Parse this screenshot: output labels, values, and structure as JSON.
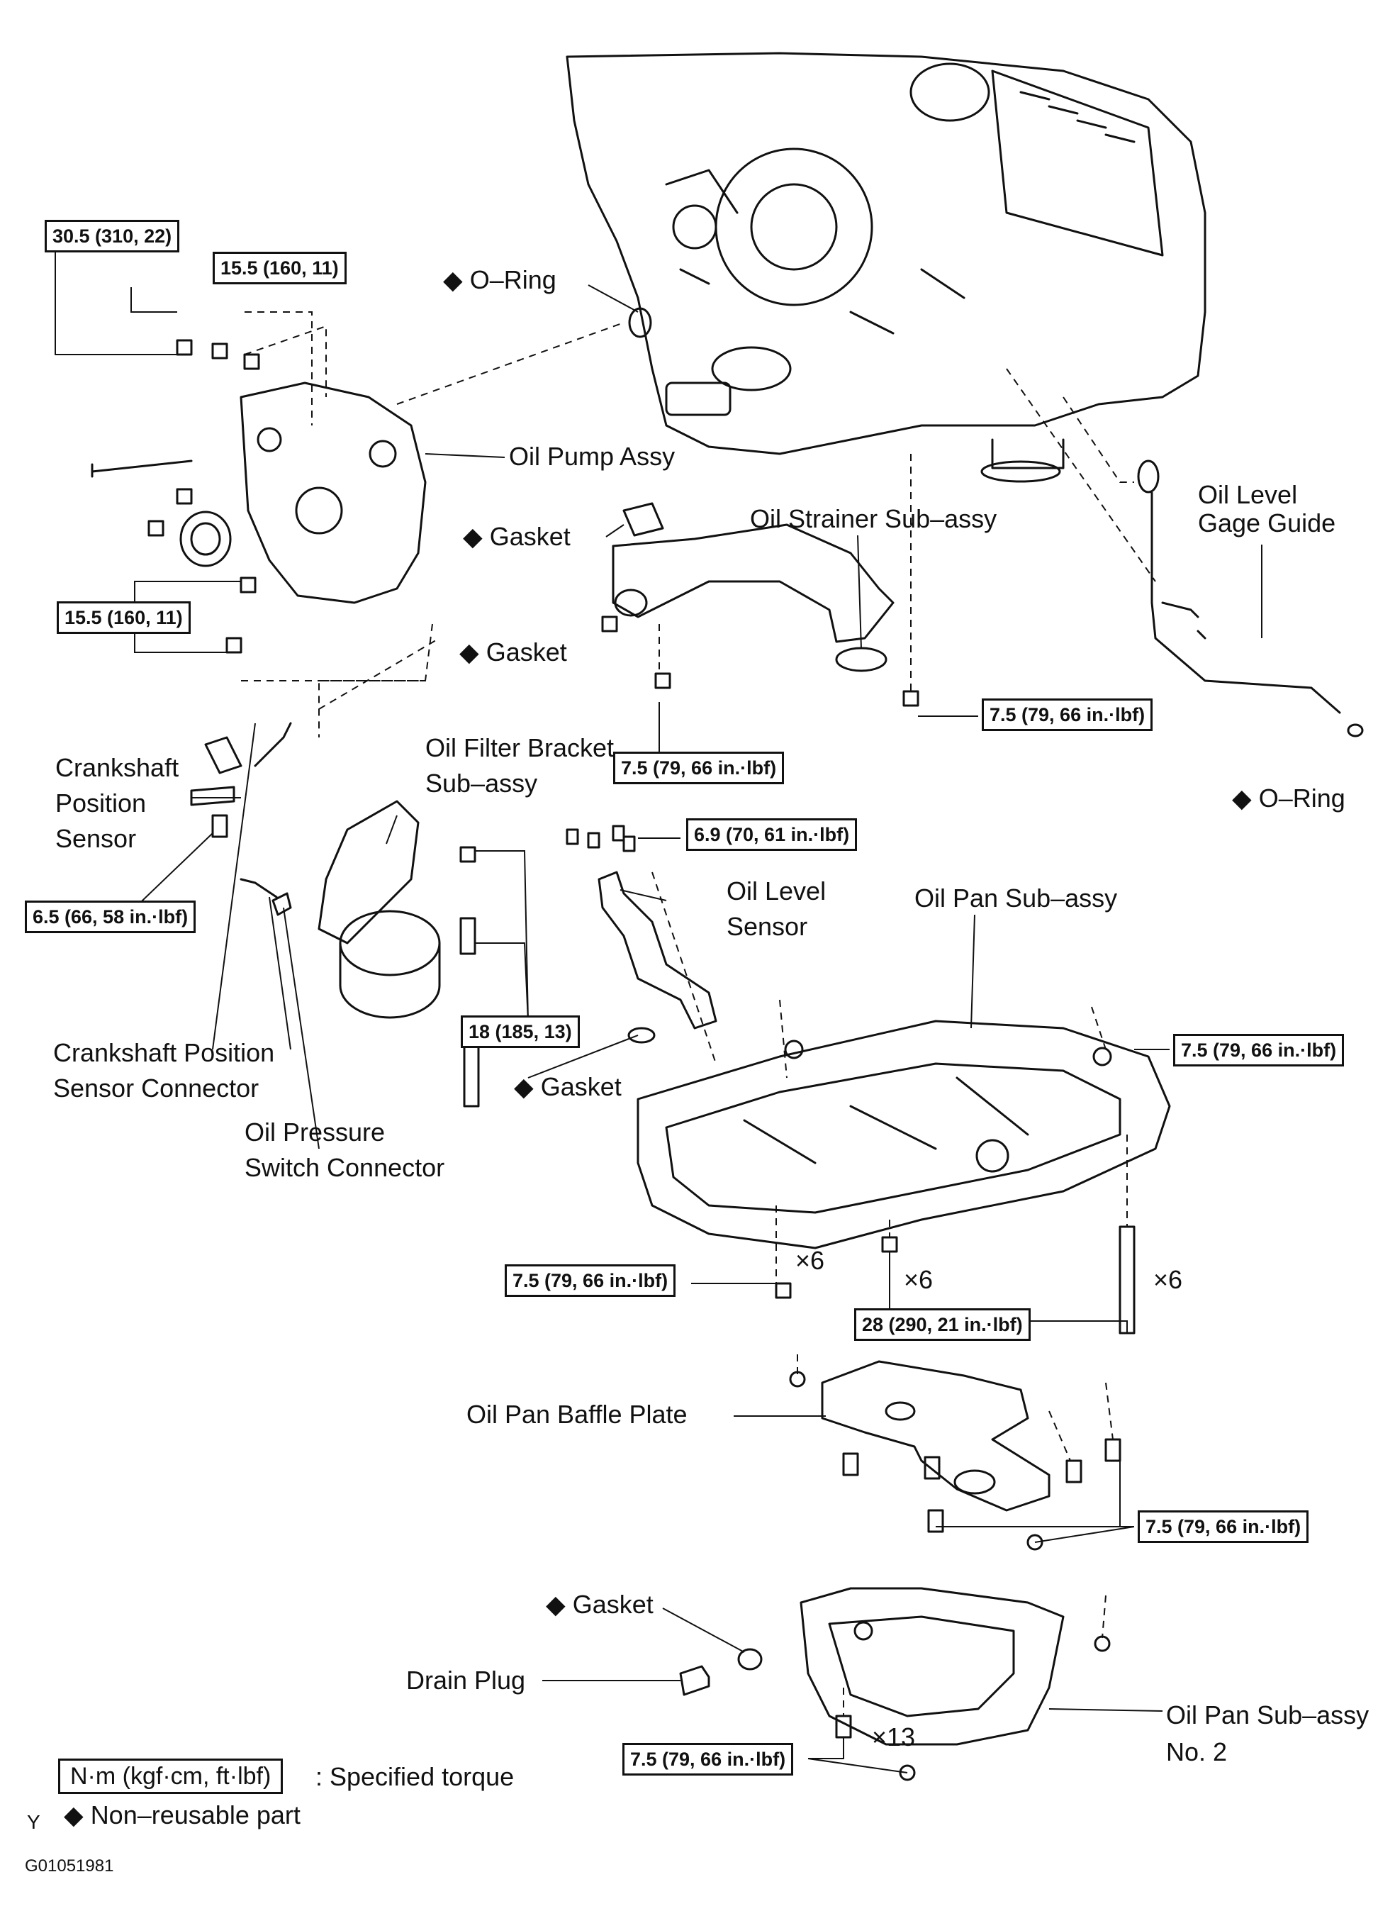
{
  "labels": {
    "o_ring_top": "◆ O–Ring",
    "oil_pump_assy": "Oil Pump Assy",
    "gasket_1": "◆ Gasket",
    "oil_strainer": "Oil Strainer Sub–assy",
    "oil_level_gage_guide": "Oil Level\nGage Guide",
    "gasket_2": "◆ Gasket",
    "crankshaft_position_sensor": "Crankshaft\nPosition\nSensor",
    "oil_filter_bracket": "Oil Filter Bracket\nSub–assy",
    "o_ring_right": "◆ O–Ring",
    "oil_level_sensor": "Oil Level\nSensor",
    "oil_pan_sub_assy": "Oil Pan Sub–assy",
    "crankshaft_position_sensor_connector": "Crankshaft Position\nSensor Connector",
    "gasket_3": "◆ Gasket",
    "oil_pressure_switch_connector": "Oil Pressure\nSwitch Connector",
    "oil_pan_baffle_plate": "Oil Pan Baffle Plate",
    "gasket_4": "◆ Gasket",
    "drain_plug": "Drain Plug",
    "oil_pan_sub_assy_no2": "Oil Pan Sub–assy\nNo. 2"
  },
  "torques": {
    "t_30_5": "30.5 (310, 22)",
    "t_15_5_a": "15.5 (160, 11)",
    "t_15_5_b": "15.5 (160, 11)",
    "t_7_5_strainer": "7.5 (79, 66 in.·lbf)",
    "t_7_5_gage": "7.5 (79, 66 in.·lbf)",
    "t_6_9": "6.9 (70, 61 in.·lbf)",
    "t_6_5": "6.5 (66, 58 in.·lbf)",
    "t_18": "18 (185, 13)",
    "t_7_5_pan_right": "7.5 (79, 66 in.·lbf)",
    "t_7_5_pan_bottom": "7.5 (79, 66 in.·lbf)",
    "t_28": "28 (290, 21 in.·lbf)",
    "t_7_5_baffle": "7.5 (79, 66 in.·lbf)",
    "t_7_5_pan2": "7.5 (79, 66 in.·lbf)"
  },
  "multipliers": {
    "x6_a": "×6",
    "x6_b": "×6",
    "x6_c": "×6",
    "x13": "×13"
  },
  "legend": {
    "torque_box": "N·m (kgf·cm, ft·lbf)",
    "torque_desc": ": Specified torque",
    "y_mark": "Y",
    "nonreusable": "◆ Non–reusable part"
  },
  "figure_code": "G01051981"
}
